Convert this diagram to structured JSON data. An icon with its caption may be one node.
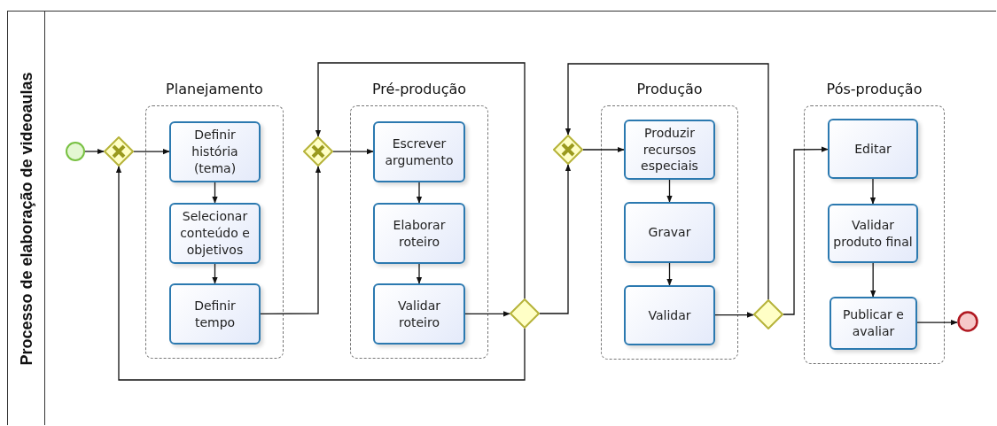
{
  "diagram": {
    "nodes": [
      {
        "text": [
          "Processo de elaboração de videoaulas"
        ]
      },
      {
        "text": [],
        "shape": "circle",
        "in": 0
      },
      {
        "text": [],
        "shape": "diamond",
        "in": 0
      },
      {
        "text": [
          "Planejamento"
        ],
        "in": 0
      },
      {
        "text": [
          "Definir história (tema)"
        ],
        "in": 3
      },
      {
        "text": [
          "Selecionar conteúdo e objetivos"
        ],
        "in": 3
      },
      {
        "text": [
          "Definir tempo"
        ],
        "in": 3
      },
      {
        "text": [],
        "shape": "diamond",
        "in": 0
      },
      {
        "text": [
          "Pré-produção"
        ],
        "in": 0
      },
      {
        "text": [
          "Escrever argumento"
        ],
        "in": 8
      },
      {
        "text": [
          "Elaborar roteiro"
        ],
        "in": 8
      },
      {
        "text": [
          "Validar roteiro"
        ],
        "in": 8
      },
      {
        "text": [],
        "shape": "diamond",
        "in": 0
      },
      {
        "text": [],
        "shape": "diamond",
        "in": 0
      },
      {
        "text": [
          "Produção"
        ],
        "in": 0
      },
      {
        "text": [
          "Produzir recursos especiais"
        ],
        "in": 14
      },
      {
        "text": [
          "Gravar"
        ],
        "in": 14
      },
      {
        "text": [
          "Validar"
        ],
        "in": 14
      },
      {
        "text": [],
        "shape": "diamond",
        "in": 0
      },
      {
        "text": [
          "Pós-produção"
        ],
        "in": 0
      },
      {
        "text": [
          "Editar"
        ],
        "in": 19
      },
      {
        "text": [
          "Validar produto final"
        ],
        "in": 19
      },
      {
        "text": [
          "Publicar e avaliar"
        ],
        "in": 19
      },
      {
        "text": [],
        "shape": "circle",
        "in": 0
      }
    ],
    "edges": [
      {
        "from": 1,
        "to": 2,
        "arrow": "to"
      },
      {
        "from": 2,
        "to": 4,
        "arrow": "to"
      },
      {
        "from": 4,
        "to": 5,
        "arrow": "to"
      },
      {
        "from": 5,
        "to": 6,
        "arrow": "to"
      },
      {
        "from": 6,
        "to": 7,
        "arrow": "to"
      },
      {
        "from": 7,
        "to": 9,
        "arrow": "to"
      },
      {
        "from": 9,
        "to": 10,
        "arrow": "to"
      },
      {
        "from": 10,
        "to": 11,
        "arrow": "to"
      },
      {
        "from": 11,
        "to": 12,
        "arrow": "to"
      },
      {
        "from": 12,
        "to": 7,
        "arrow": "to"
      },
      {
        "from": 12,
        "to": 2,
        "arrow": "to"
      },
      {
        "from": 12,
        "to": 13,
        "arrow": "to"
      },
      {
        "from": 13,
        "to": 15,
        "arrow": "to"
      },
      {
        "from": 15,
        "to": 16,
        "arrow": "to"
      },
      {
        "from": 16,
        "to": 17,
        "arrow": "to"
      },
      {
        "from": 17,
        "to": 18,
        "arrow": "to"
      },
      {
        "from": 18,
        "to": 13,
        "arrow": "to"
      },
      {
        "from": 18,
        "to": 20,
        "arrow": "to"
      },
      {
        "from": 20,
        "to": 21,
        "arrow": "to"
      },
      {
        "from": 21,
        "to": 22,
        "arrow": "to"
      },
      {
        "from": 22,
        "to": 23,
        "arrow": "to"
      }
    ]
  }
}
